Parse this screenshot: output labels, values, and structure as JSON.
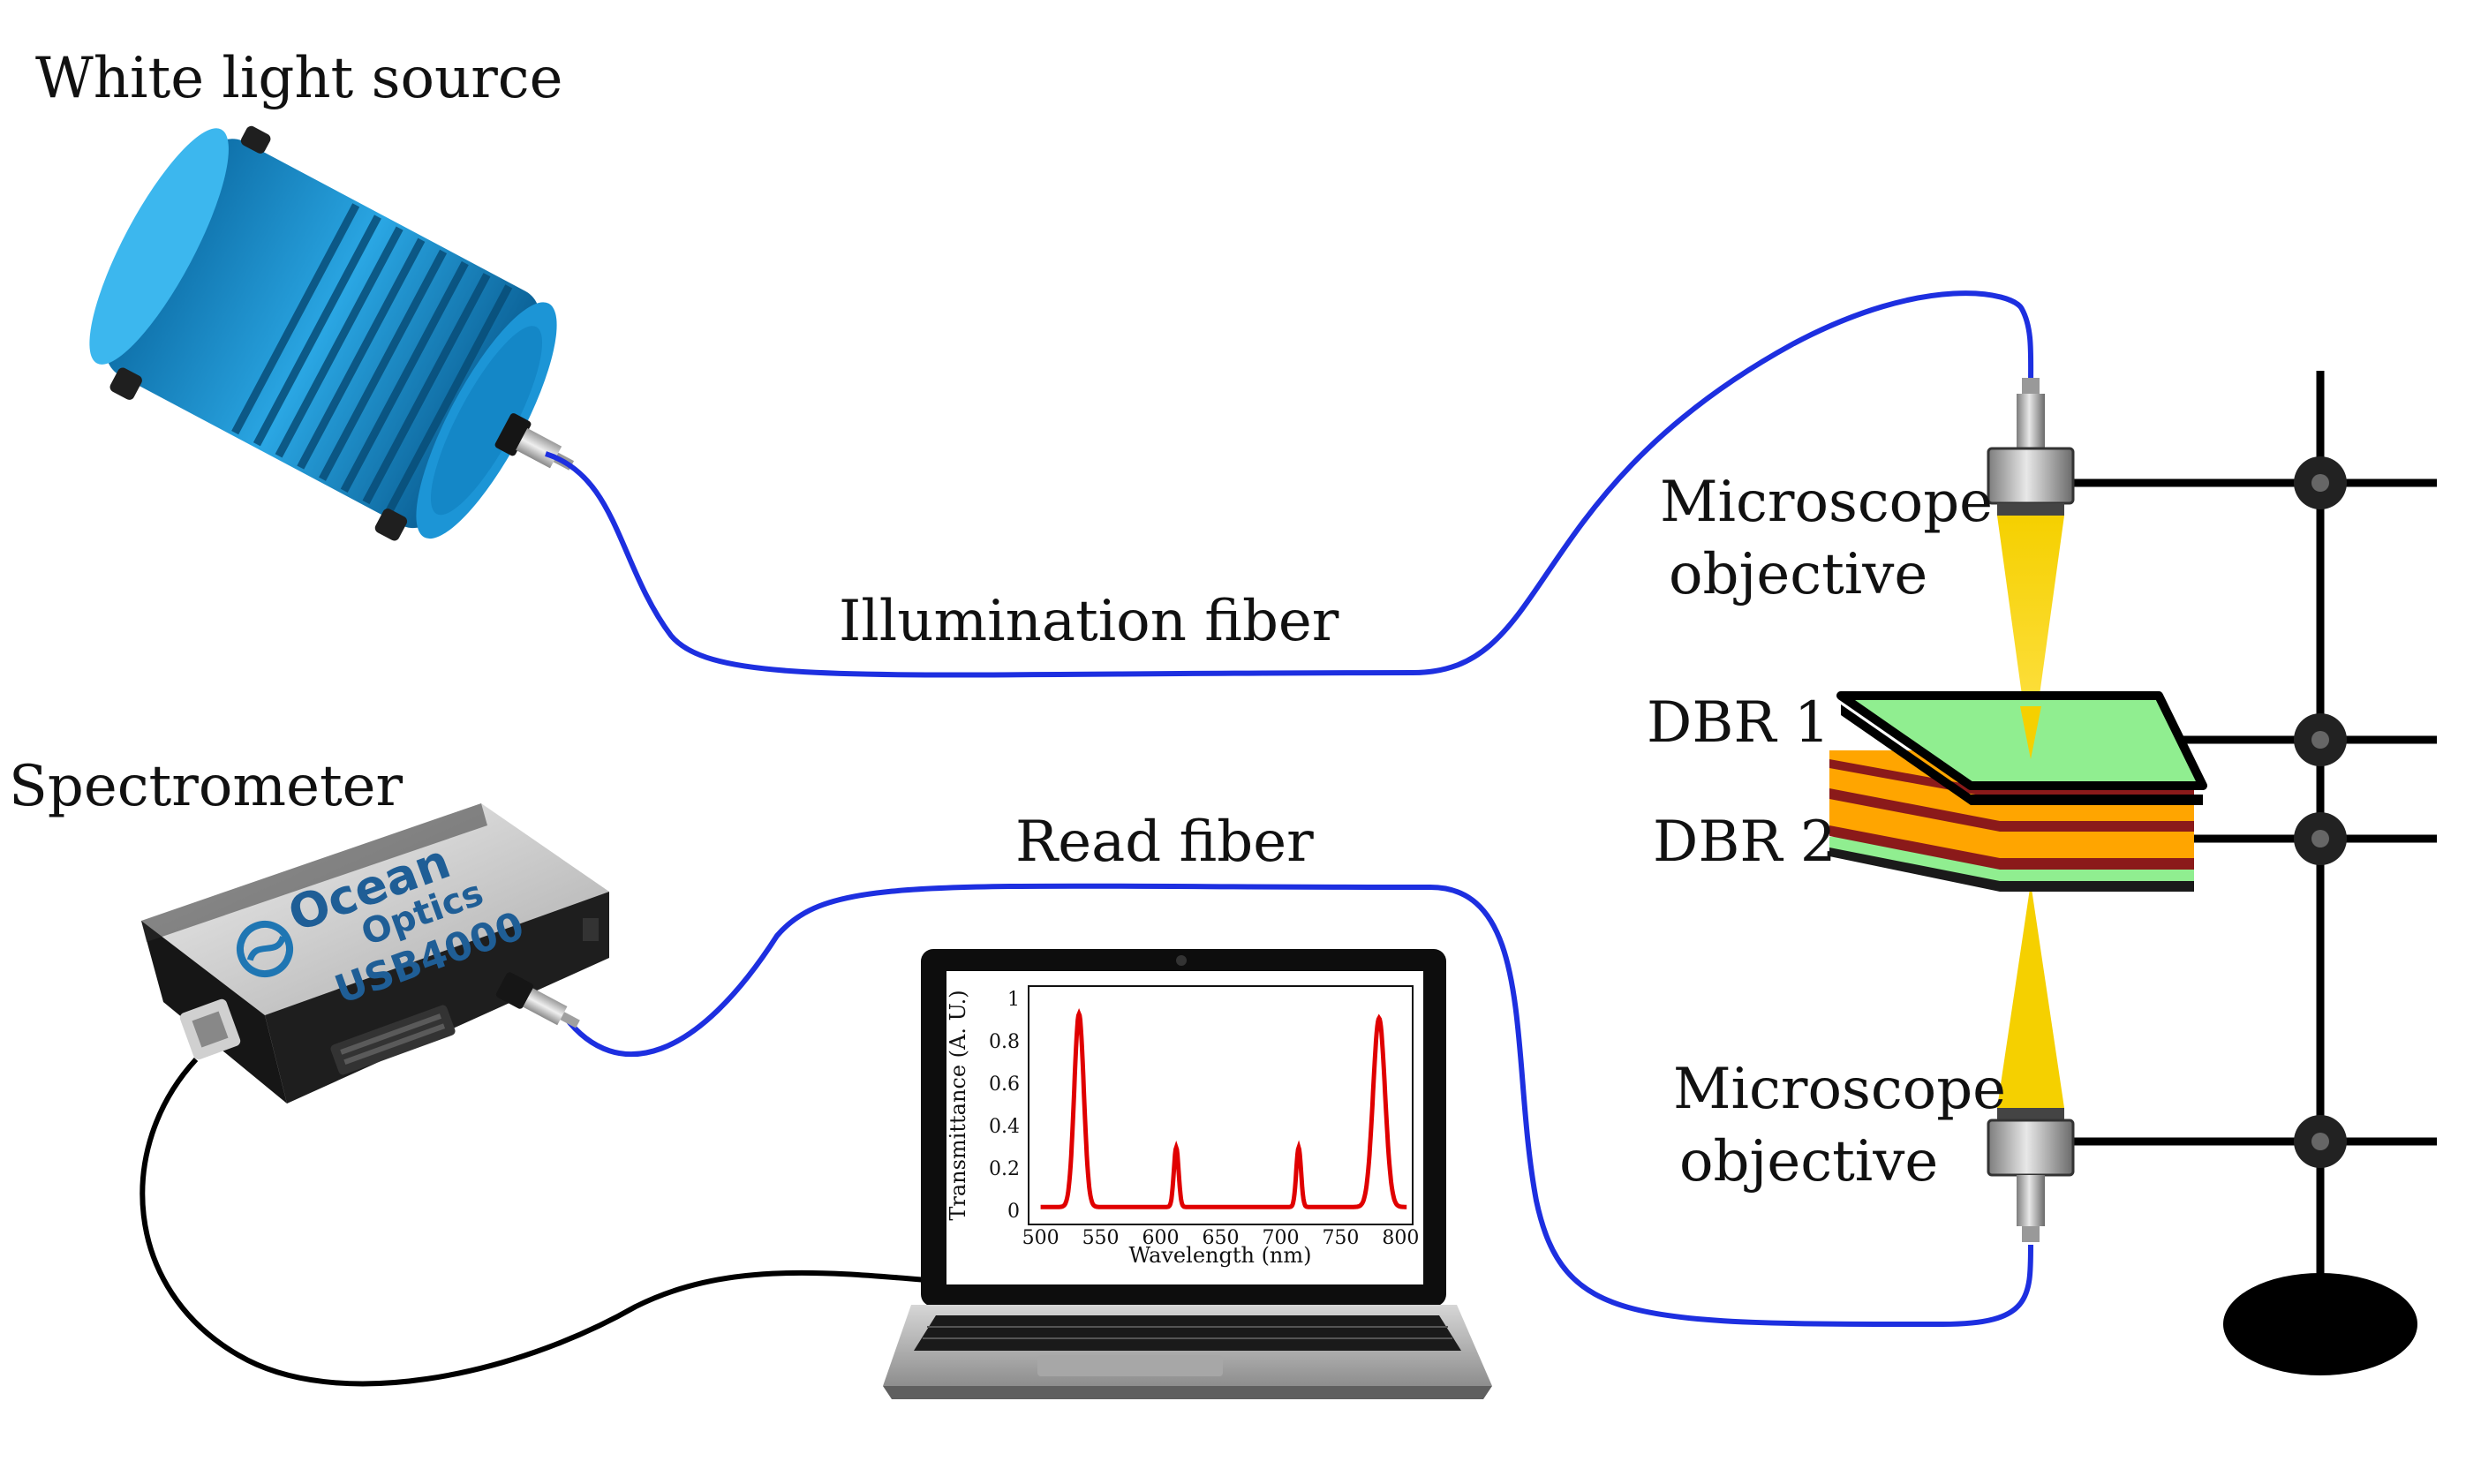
{
  "labels": {
    "white_light_source": "White light source",
    "illumination_fiber": "Illumination fiber",
    "microscope_objective_top_line1": "Microscope",
    "microscope_objective_top_line2": "objective",
    "dbr1": "DBR 1",
    "dbr2": "DBR 2",
    "spectrometer": "Spectrometer",
    "read_fiber": "Read fiber",
    "microscope_objective_bottom_line1": "Microscope",
    "microscope_objective_bottom_line2": "objective"
  },
  "device_text": {
    "spectrometer_brand_line1": "Ocean",
    "spectrometer_brand_line2": "Optics",
    "spectrometer_model": "USB4000"
  },
  "colors": {
    "fiber": "#1d2fe0",
    "usb_cable": "#000000",
    "light_cone": "#f5d000",
    "dbr1_top": "#90ee90",
    "dbr2_layers": "#ffa500",
    "dbr_stripe": "#8b1a1a",
    "spectrum_line": "#e00000",
    "light_source_body": "#1a8cc8"
  },
  "chart_data": {
    "type": "line",
    "title": "",
    "xlabel": "Wavelength (nm)",
    "ylabel": "Transmittance (A. U.)",
    "xlim": [
      490,
      810
    ],
    "ylim": [
      0,
      1.02
    ],
    "xticks": [
      500,
      550,
      600,
      650,
      700,
      750,
      800
    ],
    "yticks": [
      0,
      0.2,
      0.4,
      0.6,
      0.8,
      1
    ],
    "ytick_labels": [
      "0",
      "0.2",
      "0.4",
      "0.6",
      "0.8",
      "1"
    ],
    "grid": false,
    "series": [
      {
        "peaks": [
          {
            "x": 532,
            "y": 0.93,
            "width": 4
          },
          {
            "x": 613,
            "y": 0.3,
            "width": 2
          },
          {
            "x": 715,
            "y": 0.3,
            "width": 2
          },
          {
            "x": 782,
            "y": 0.91,
            "width": 5
          }
        ],
        "baseline": 0.02
      }
    ]
  }
}
